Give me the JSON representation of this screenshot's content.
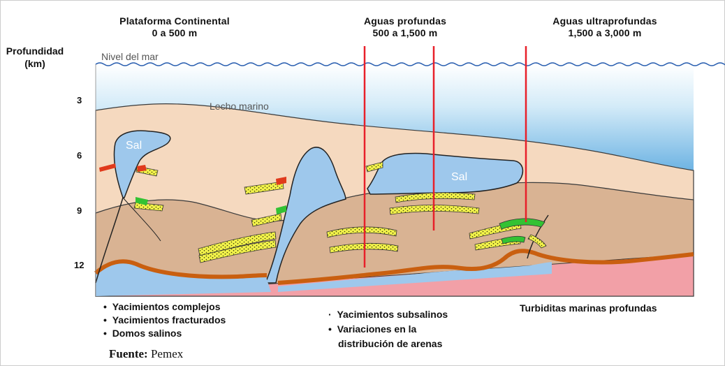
{
  "zones": [
    {
      "title": "Plataforma Continental",
      "range": "0 a 500 m"
    },
    {
      "title": "Aguas profundas",
      "range": "500 a 1,500 m"
    },
    {
      "title": "Aguas ultraprofundas",
      "range": "1,500 a 3,000 m"
    }
  ],
  "depth_axis": {
    "title_line1": "Profundidad",
    "title_line2": "(km)",
    "ticks": [
      "3",
      "6",
      "9",
      "12"
    ]
  },
  "labels": {
    "sea_level": "Nivel del mar",
    "seabed": "Lecho marino",
    "salt_1": "Sal",
    "salt_2": "Sal"
  },
  "bullets_left": [
    "Yacimientos complejos",
    "Yacimientos fracturados",
    "Domos salinos"
  ],
  "bullets_middle": [
    "Yacimientos subsalinos",
    "Variaciones en la",
    "distribución de arenas"
  ],
  "label_right": "Turbiditas marinas profundas",
  "source_label": "Fuente:",
  "source_value": "Pemex",
  "colors": {
    "water_top": "#ffffff",
    "water_bottom": "#5aa9df",
    "sediment_upper": "#f5d9bf",
    "sediment_lower": "#d9b393",
    "salt": "#9ec8ec",
    "crust": "#f2a0a7",
    "basement_layer": "#c95f10",
    "sand": "#f2f24a",
    "oil": "#e03a1c",
    "gas": "#33c233",
    "well": "#e8202a"
  }
}
